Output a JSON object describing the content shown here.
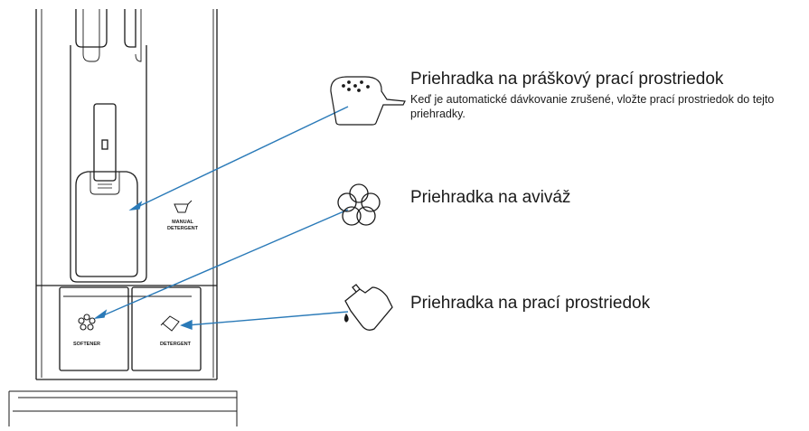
{
  "labels": {
    "powder_title": "Priehradka na práškový prací prostriedok",
    "powder_desc": "Keď je automatické dávkovanie zrušené, vložte prací prostriedok do tejto priehradky.",
    "softener_title": "Priehradka na aviváž",
    "liquid_title": "Priehradka na prací prostriedok"
  },
  "device_labels": {
    "manual_line1": "MANUAL",
    "manual_line2": "DETERGENT",
    "softener": "SOFTENER",
    "detergent": "DETERGENT"
  },
  "colors": {
    "leader_line": "#2a7ab8",
    "outline": "#1a1a1a"
  },
  "icons": [
    "powder-scoop-icon",
    "flower-icon",
    "liquid-bottle-icon"
  ]
}
